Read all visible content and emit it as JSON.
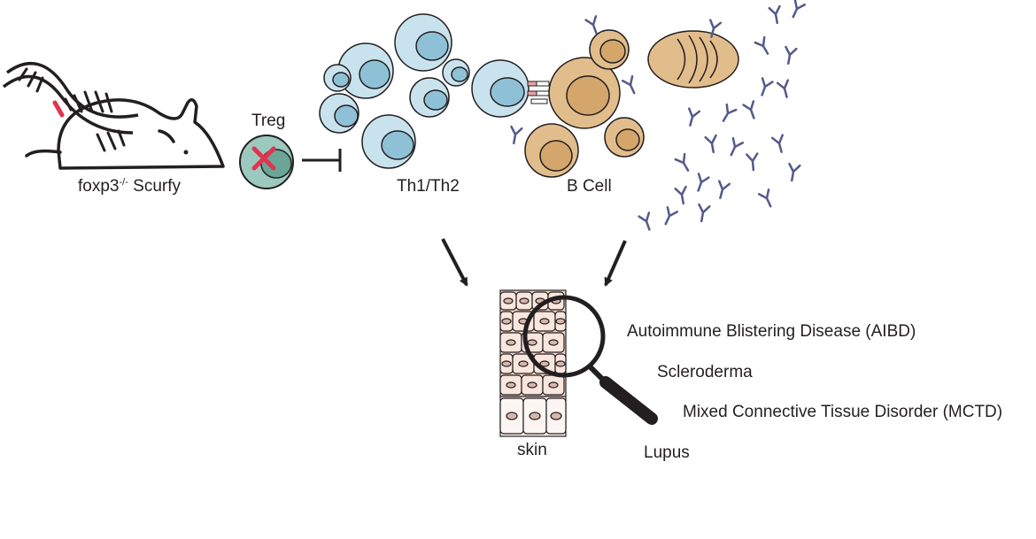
{
  "mouse": {
    "label_prefix": "foxp3",
    "label_superscript": "-/-",
    "label_suffix": " Scurfy"
  },
  "treg": {
    "label": "Treg"
  },
  "th": {
    "label": "Th1/Th2"
  },
  "bcell": {
    "label": "B Cell"
  },
  "skin": {
    "label": "skin"
  },
  "diseases": [
    "Autoimmune Blistering Disease (AIBD)",
    "Scleroderma",
    "Mixed Connective Tissue Disorder (MCTD)",
    "Lupus"
  ],
  "colors": {
    "outline": "#231f20",
    "t_cell_fill": "#c9e3ee",
    "t_cell_nucleus": "#8fc1d6",
    "b_cell_fill": "#e2bd8c",
    "b_cell_nucleus": "#d4a66b",
    "treg_fill": "#9cc9bd",
    "x_mark": "#e0344f",
    "antibody": "#545a8a",
    "skin_top": "#f7d9cc",
    "skin_bottom": "#fbeee8",
    "dna_red": "#e0344f"
  },
  "icons": [
    "dna-icon",
    "mouse-icon",
    "inhibition-icon",
    "magnifying-glass-icon",
    "antibody-icon",
    "mitochondrion-icon"
  ]
}
